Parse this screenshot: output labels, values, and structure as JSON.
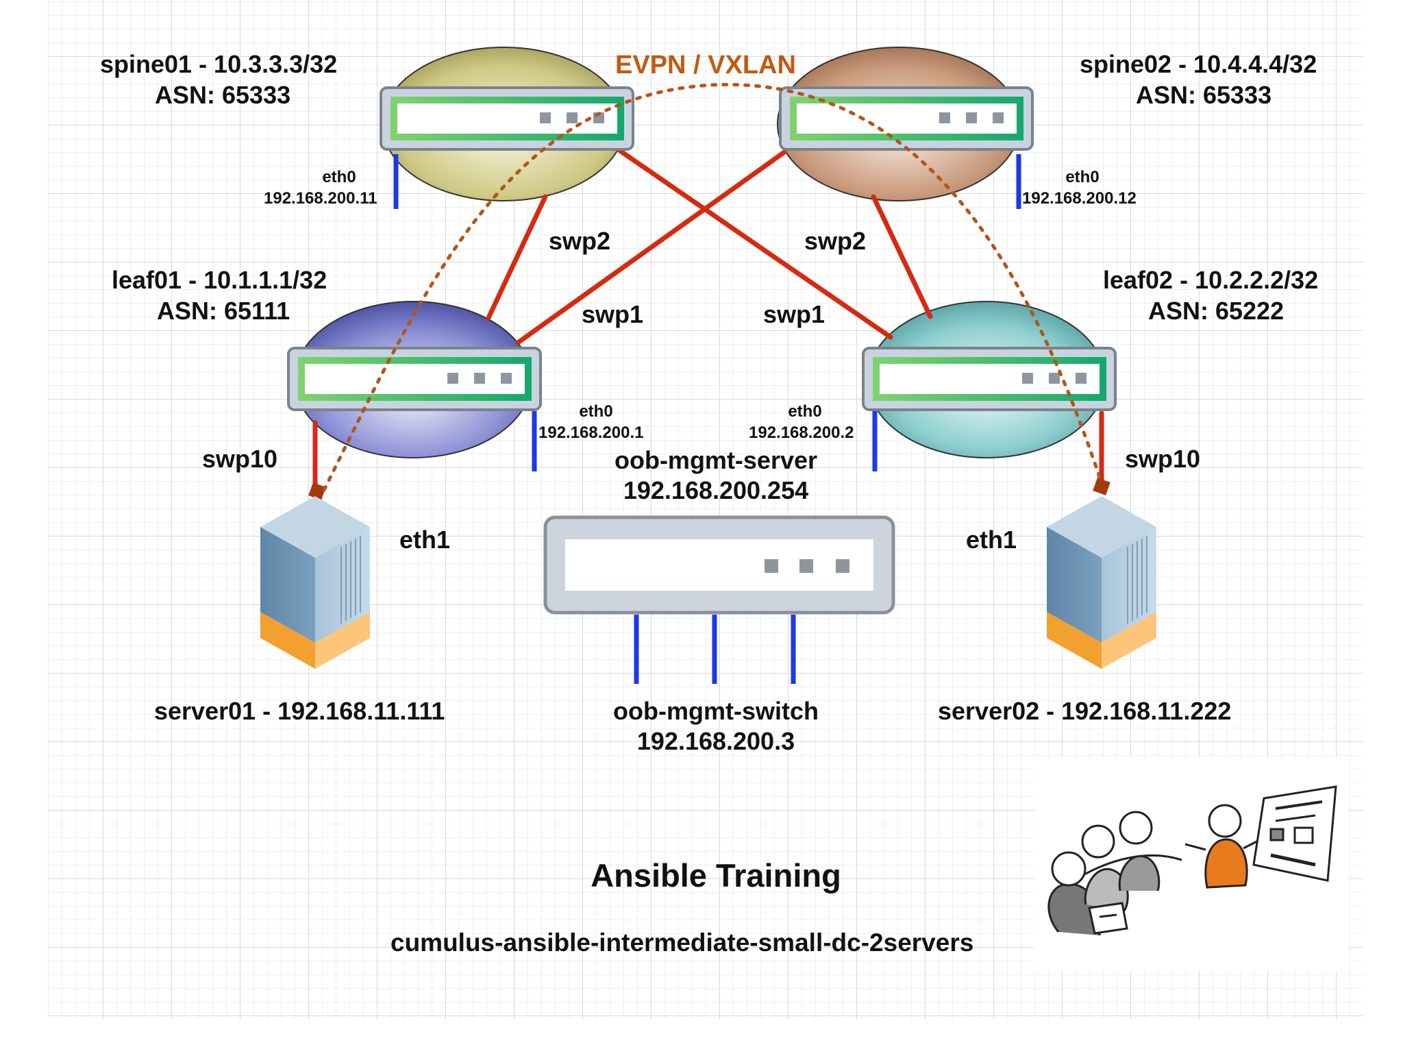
{
  "overlay_label": "EVPN / VXLAN",
  "spine01": {
    "name": "spine01 - 10.3.3.3/32",
    "asn": "ASN: 65333",
    "mgmt_if": "eth0",
    "mgmt_ip": "192.168.200.11"
  },
  "spine02": {
    "name": "spine02 - 10.4.4.4/32",
    "asn": "ASN: 65333",
    "mgmt_if": "eth0",
    "mgmt_ip": "192.168.200.12"
  },
  "leaf01": {
    "name": "leaf01 - 10.1.1.1/32",
    "asn": "ASN: 65111",
    "mgmt_if": "eth0",
    "mgmt_ip": "192.168.200.1"
  },
  "leaf02": {
    "name": "leaf02 - 10.2.2.2/32",
    "asn": "ASN: 65222",
    "mgmt_if": "eth0",
    "mgmt_ip": "192.168.200.2"
  },
  "ports": {
    "swp1": "swp1",
    "swp2": "swp2",
    "swp10": "swp10",
    "eth1": "eth1"
  },
  "oob_server": {
    "name": "oob-mgmt-server",
    "ip": "192.168.200.254"
  },
  "oob_switch": {
    "name": "oob-mgmt-switch",
    "ip": "192.168.200.3"
  },
  "server01": {
    "label": "server01 - 192.168.11.111"
  },
  "server02": {
    "label": "server02 - 192.168.11.222"
  },
  "title": "Ansible Training",
  "subtitle": "cumulus-ansible-intermediate-small-dc-2servers",
  "colors": {
    "fabric_link": "#d62a10",
    "mgmt_link": "#1a3ae6",
    "overlay": "#b5541a",
    "switch_green": "#2fb86c"
  }
}
